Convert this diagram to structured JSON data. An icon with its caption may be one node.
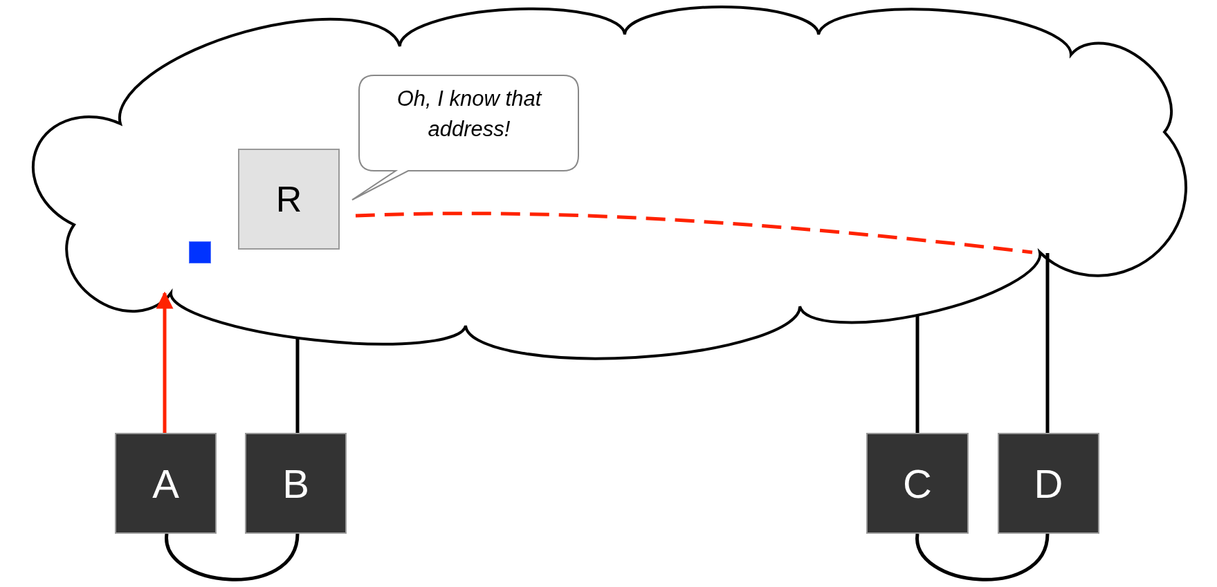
{
  "diagram": {
    "nodes": [
      {
        "text": [],
        "shape": "cloud"
      },
      {
        "text": [
          "R"
        ],
        "in": 0
      },
      {
        "text": [
          "Oh, I know that address!"
        ],
        "in": 0
      },
      {
        "text": [],
        "shape": "box",
        "in": 0
      },
      {
        "text": [
          "A"
        ]
      },
      {
        "text": [
          "B"
        ]
      },
      {
        "text": [
          "C"
        ]
      },
      {
        "text": [
          "D"
        ]
      }
    ],
    "edges": [
      {
        "from": 4,
        "to": 0,
        "arrow": "to",
        "color": "#ff2200"
      },
      {
        "from": 5,
        "to": 0,
        "arrow": "none"
      },
      {
        "from": 6,
        "to": 0,
        "arrow": "none"
      },
      {
        "from": 7,
        "to": 0,
        "arrow": "none"
      },
      {
        "from": 1,
        "to": 0,
        "arrow": "none",
        "style": "dashed",
        "color": "#ff2200"
      },
      {
        "from": 4,
        "to": 5,
        "arrow": "none"
      },
      {
        "from": 6,
        "to": 7,
        "arrow": "none"
      }
    ]
  }
}
